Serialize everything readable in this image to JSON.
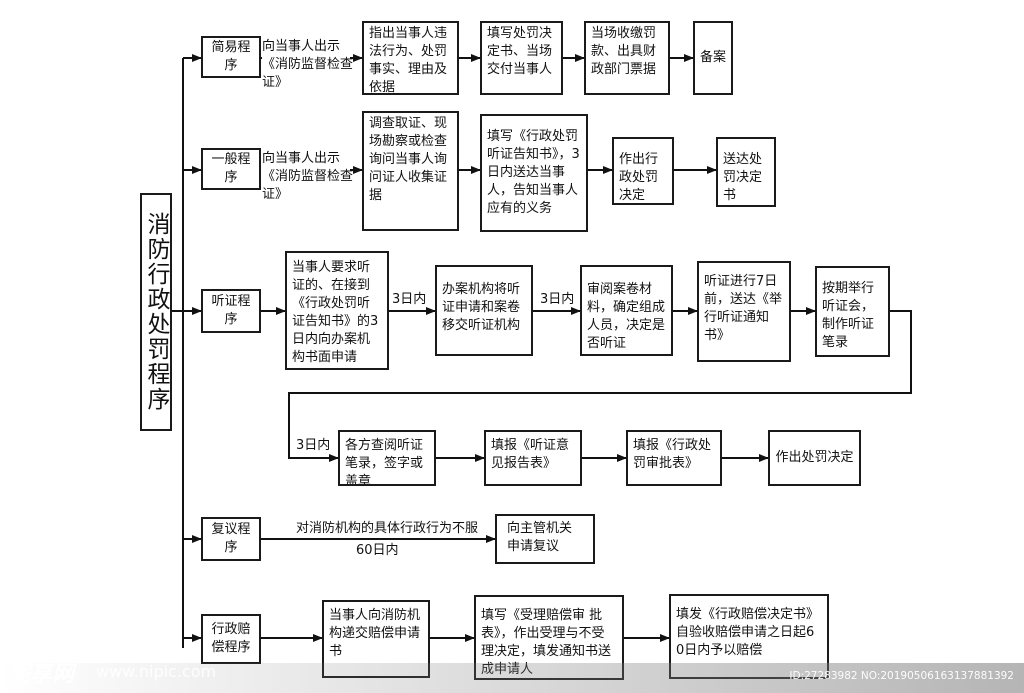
{
  "title": "消防行政处罚程序",
  "branches": [
    {
      "id": "simple",
      "label": "简易程序",
      "steps": [
        "向当事人出示《消防监督检查证》",
        "指出当事人违法行为、处罚事实、理由及依据",
        "填写处罚决定书、当场交付当事人",
        "当场收缴罚款、出具财政部门票据",
        "备案"
      ]
    },
    {
      "id": "general",
      "label": "一般程序",
      "steps": [
        "向当事人出示《消防监督检查证》",
        "调查取证、现场勘察或检查询问当事人询问证人收集证据",
        "填写《行政处罚听证告知书》，3日内送达当事人，告知当事人应有的义务",
        "作出行政处罚决定",
        "送达处罚决定书"
      ]
    },
    {
      "id": "hearing",
      "label": "听证程序",
      "steps": [
        "当事人要求听证的、在接到《行政处罚听证告知书》的3日内向办案机构书面申请",
        "办案机构将听证申请和案卷移交听证机构",
        "审阅案卷材料，确定组成人员，决定是否听证",
        "听证进行7日前，送达《举行听证通知书》",
        "按期举行听证会，制作听证笔录"
      ],
      "steps2": [
        "各方查阅听证笔录，签字或盖章",
        "填报《听证意见报告表》",
        "填报《行政处罚审批表》",
        "作出处罚决定"
      ],
      "edge_labels": [
        "3日内",
        "3日内",
        "3日内"
      ]
    },
    {
      "id": "review",
      "label": "复议程序",
      "edge_label_top": "对消防机构的具体行政行为不服",
      "edge_label_bottom": "60日内",
      "steps": [
        "向主管机关申请复议"
      ]
    },
    {
      "id": "compensation",
      "label": "行政赔偿程序",
      "steps": [
        "当事人向消防机构递交赔偿申请书",
        "填写《受理赔偿审 批表》，作出受理与不受理决定，填发通知书送成申请人",
        "填发《行政赔偿决定书》自验收赔偿申请之日起60日内予以赔偿"
      ]
    }
  ],
  "watermark": {
    "logo": "昵享网",
    "site": "www.nipic.com",
    "id_text": "ID:27283982 NO:20190506163137881392"
  }
}
